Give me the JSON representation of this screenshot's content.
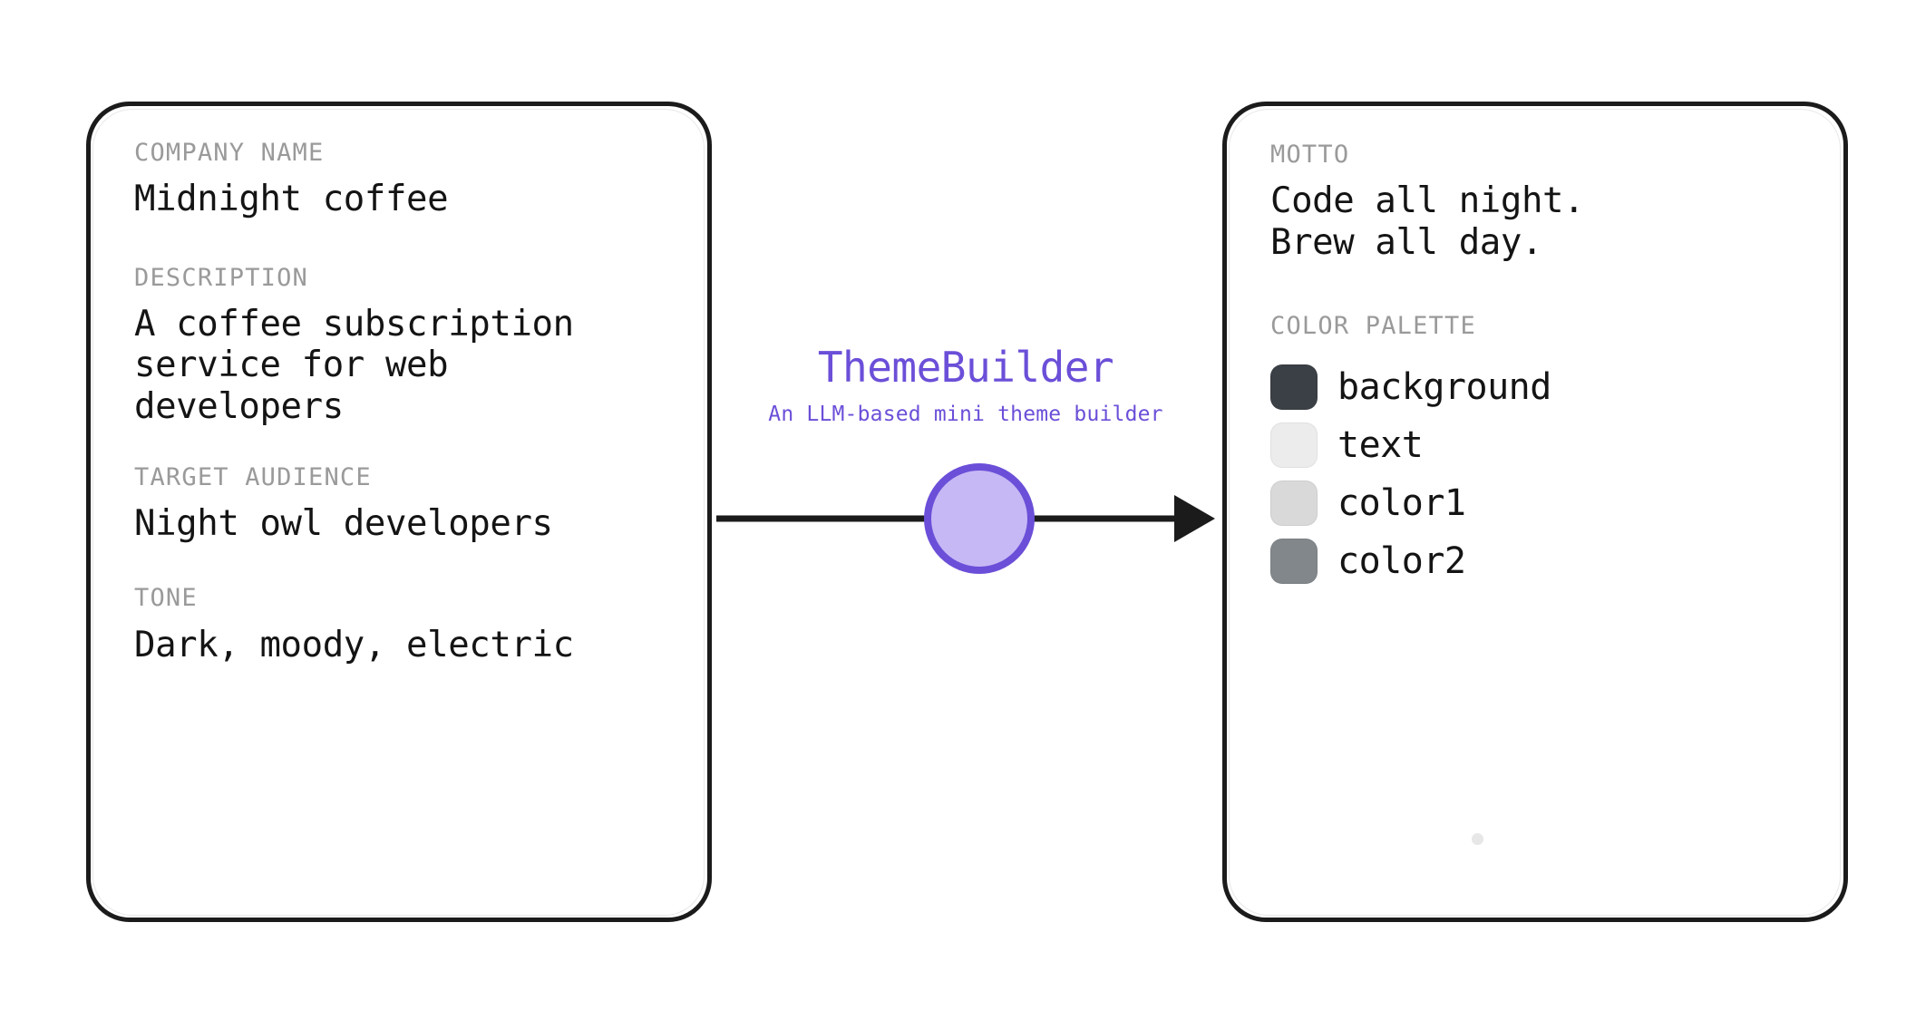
{
  "brand": {
    "title": "ThemeBuilder",
    "subtitle": "An LLM-based mini theme builder",
    "accent_color": "#6B4FD8",
    "node_fill_color": "#C6B8F5"
  },
  "flow": {
    "arrow_direction": "left-to-right",
    "line_color": "#1B1B1B"
  },
  "input_panel": {
    "name": "brand-brief",
    "fields": [
      {
        "key": "company_name",
        "label": "COMPANY NAME",
        "value_lines": [
          "Midnight coffee"
        ]
      },
      {
        "key": "description",
        "label": "DESCRIPTION",
        "value_lines": [
          "A coffee subscription",
          "service for web",
          "developers"
        ]
      },
      {
        "key": "target_audience",
        "label": "TARGET AUDIENCE",
        "value_lines": [
          "Night owl developers"
        ]
      },
      {
        "key": "tone",
        "label": "TONE",
        "value_lines": [
          "Dark, moody, electric"
        ]
      }
    ]
  },
  "output_panel": {
    "name": "generated-theme",
    "motto": {
      "label": "MOTTO",
      "value_lines": [
        "Code all night.",
        "Brew all day."
      ]
    },
    "palette": {
      "label": "COLOR PALETTE",
      "swatches": [
        {
          "name": "background",
          "color": "#3B4046"
        },
        {
          "name": "text",
          "color": "#ECECEC"
        },
        {
          "name": "color1",
          "color": "#D9D9D9"
        },
        {
          "name": "color2",
          "color": "#82878B"
        }
      ]
    }
  },
  "style": {
    "label_color": "#9A9A9A",
    "value_color": "#141414",
    "panel_border_color": "#1B1B1B",
    "canvas_color": "#FFFFFF"
  }
}
